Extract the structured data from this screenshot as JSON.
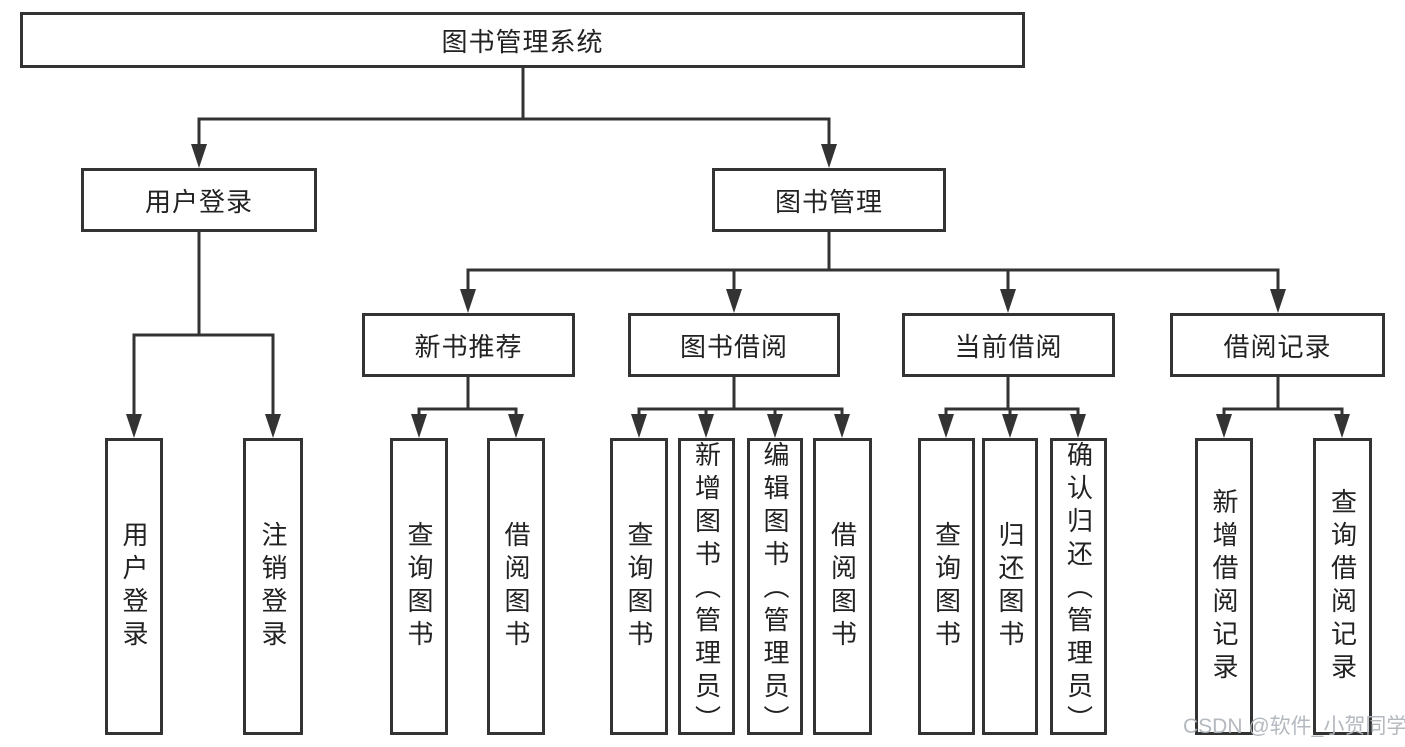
{
  "style": {
    "line_color": "#333333",
    "text_color": "#222222",
    "background": "#ffffff",
    "watermark_color": "#b0b5bd"
  },
  "tree": {
    "label": "图书管理系统",
    "children": [
      {
        "label": "用户登录",
        "children": [
          {
            "label": "用户登录"
          },
          {
            "label": "注销登录"
          }
        ]
      },
      {
        "label": "图书管理",
        "children": [
          {
            "label": "新书推荐",
            "children": [
              {
                "label": "查询图书"
              },
              {
                "label": "借阅图书"
              }
            ]
          },
          {
            "label": "图书借阅",
            "children": [
              {
                "label": "查询图书"
              },
              {
                "label": "新增图书（管理员）"
              },
              {
                "label": "编辑图书（管理员）"
              },
              {
                "label": "借阅图书"
              }
            ]
          },
          {
            "label": "当前借阅",
            "children": [
              {
                "label": "查询图书"
              },
              {
                "label": "归还图书"
              },
              {
                "label": "确认归还（管理员）"
              }
            ]
          },
          {
            "label": "借阅记录",
            "children": [
              {
                "label": "新增借阅记录"
              },
              {
                "label": "查询借阅记录"
              }
            ]
          }
        ]
      }
    ]
  },
  "watermark": {
    "text": "CSDN @软件_小贺同学"
  }
}
